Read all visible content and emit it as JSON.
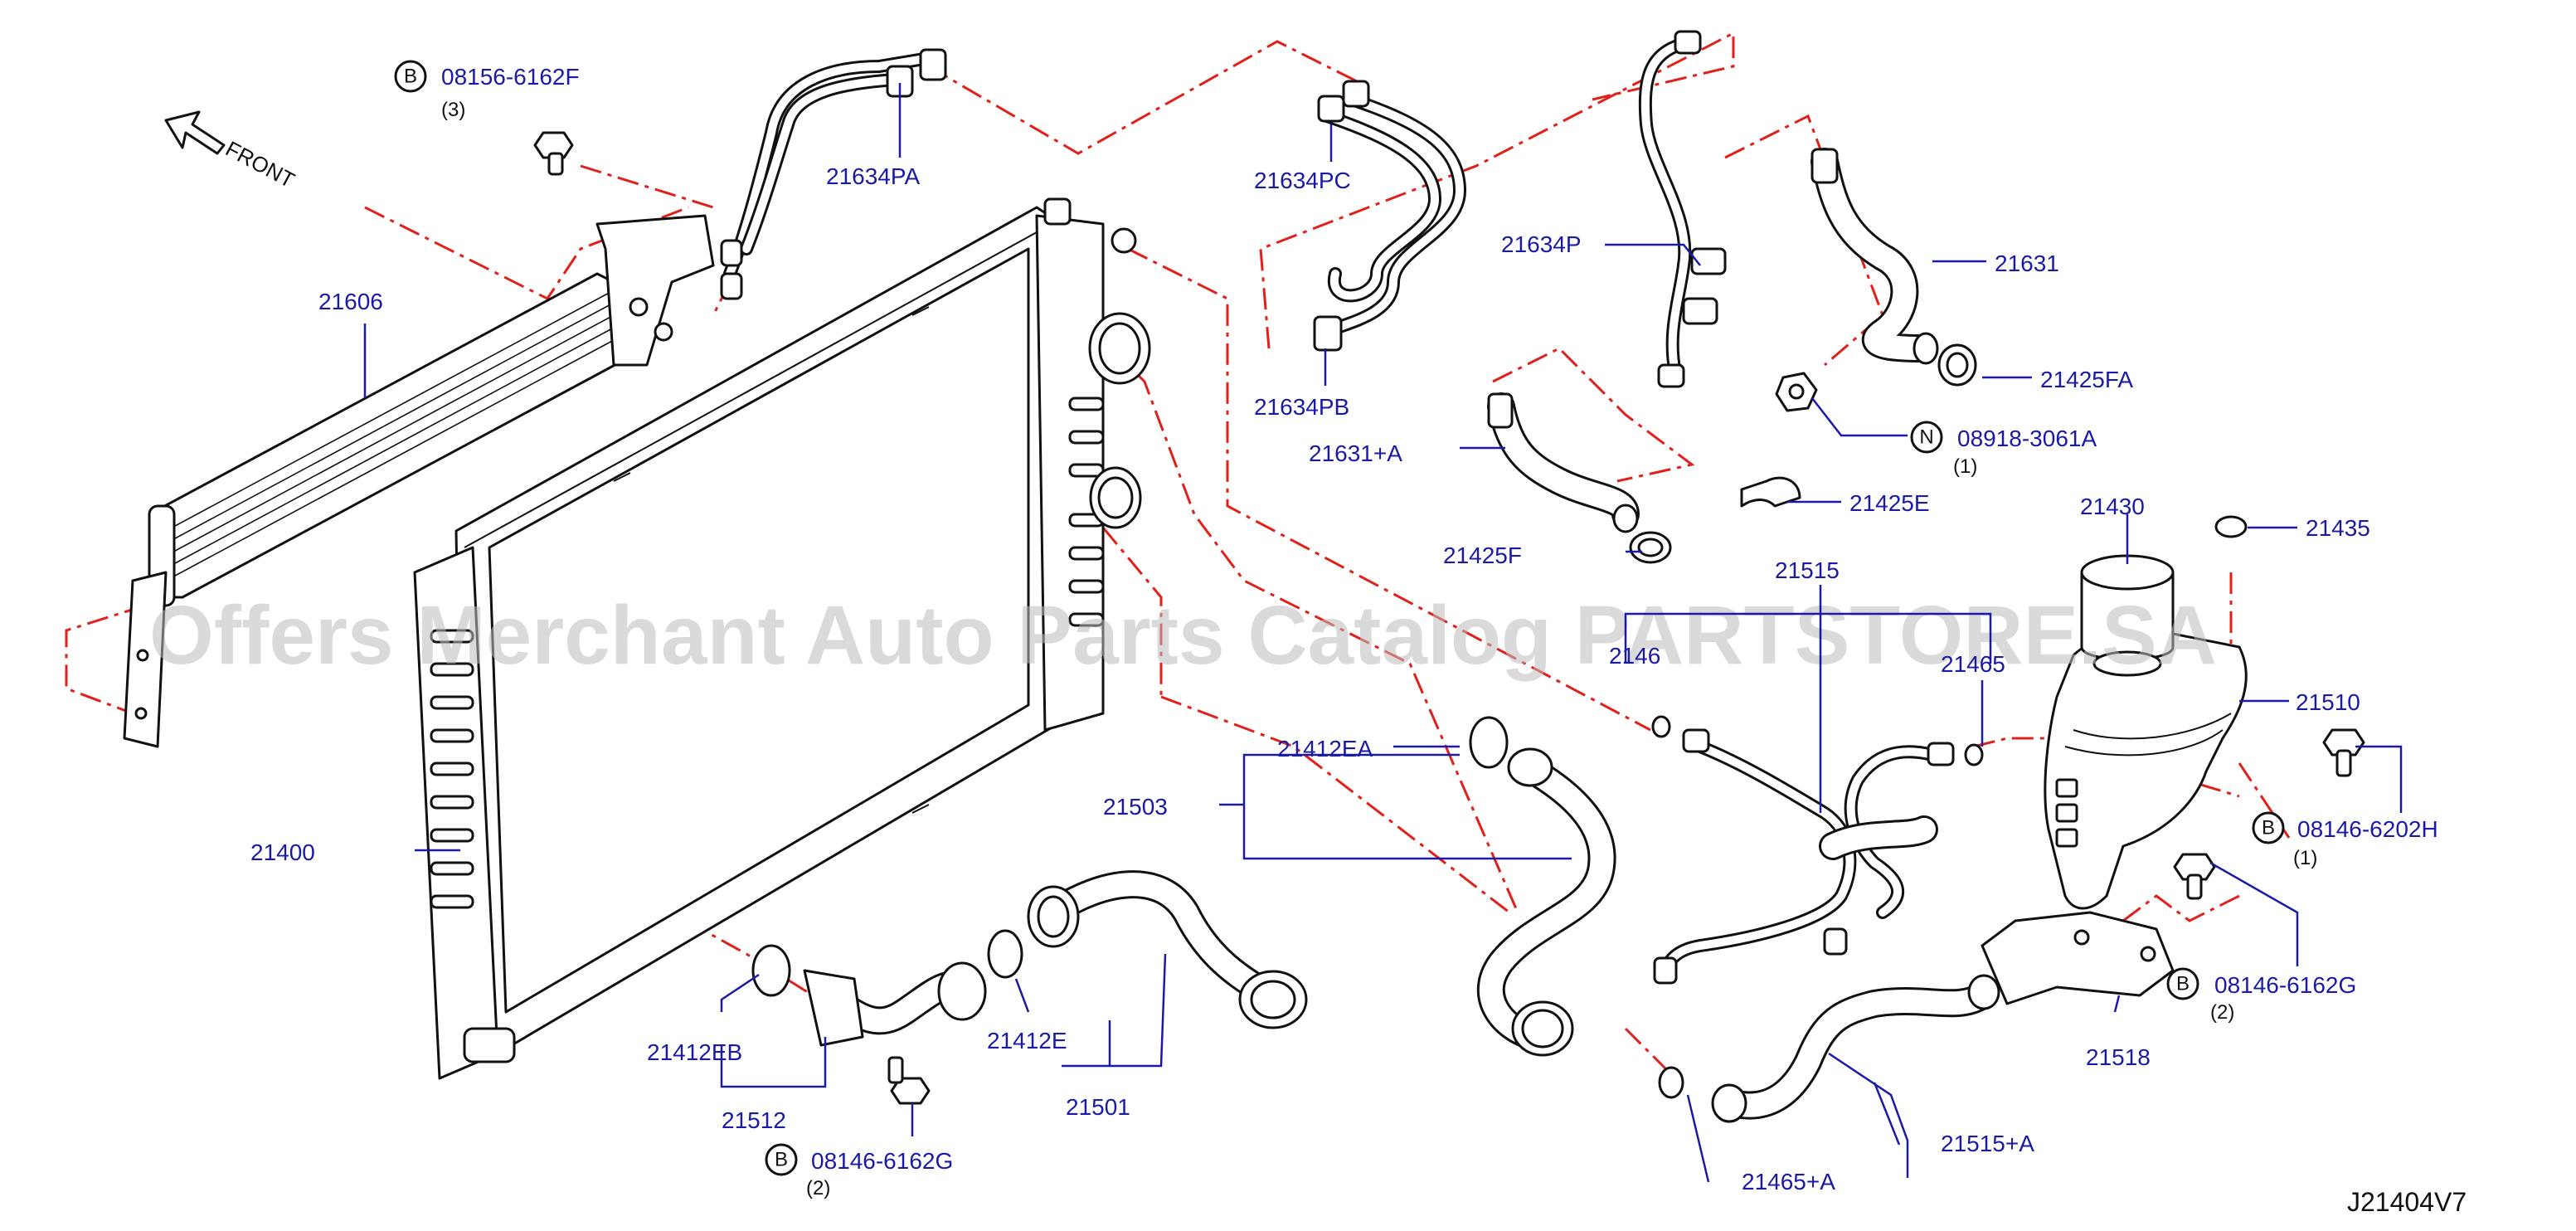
{
  "diagram_code": "J21404V7",
  "watermark": "Offers Merchant Auto Parts Catalog PARTSTORE.SA",
  "front_arrow_label": "FRONT",
  "callouts": {
    "p21606": "21606",
    "p21400": "21400",
    "p21634PA": "21634PA",
    "p21634PC": "21634PC",
    "p21634PB": "21634PB",
    "p21634P": "21634P",
    "p21631": "21631",
    "p21631A": "21631+A",
    "p21425FA": "21425FA",
    "p21425F": "21425F",
    "p21425E": "21425E",
    "p21430": "21430",
    "p21435": "21435",
    "p21515": "21515",
    "p21465_partial": "2146",
    "p21465": "21465",
    "p21510": "21510",
    "p21412EA": "21412EA",
    "p21503": "21503",
    "p21412EB": "21412EB",
    "p21412E": "21412E",
    "p21512": "21512",
    "p21501": "21501",
    "p21518": "21518",
    "p21515A": "21515+A",
    "p21465A": "21465+A"
  },
  "fasteners": {
    "f1": {
      "badge": "B",
      "part": "08156-6162F",
      "qty": "(3)"
    },
    "f2": {
      "badge": "N",
      "part": "08918-3061A",
      "qty": "(1)"
    },
    "f3": {
      "badge": "B",
      "part": "08146-6202H",
      "qty": "(1)"
    },
    "f4": {
      "badge": "B",
      "part": "08146-6162G",
      "qty": "(2)"
    },
    "f5": {
      "badge": "B",
      "part": "08146-6162G",
      "qty": "(2)"
    }
  },
  "colors": {
    "callout_text": "#1a1aa6",
    "leader_line": "#1a1aa6",
    "assembly_chain_line": "#e0201b",
    "part_outline": "#111111",
    "watermark": "#bdbdbd"
  }
}
